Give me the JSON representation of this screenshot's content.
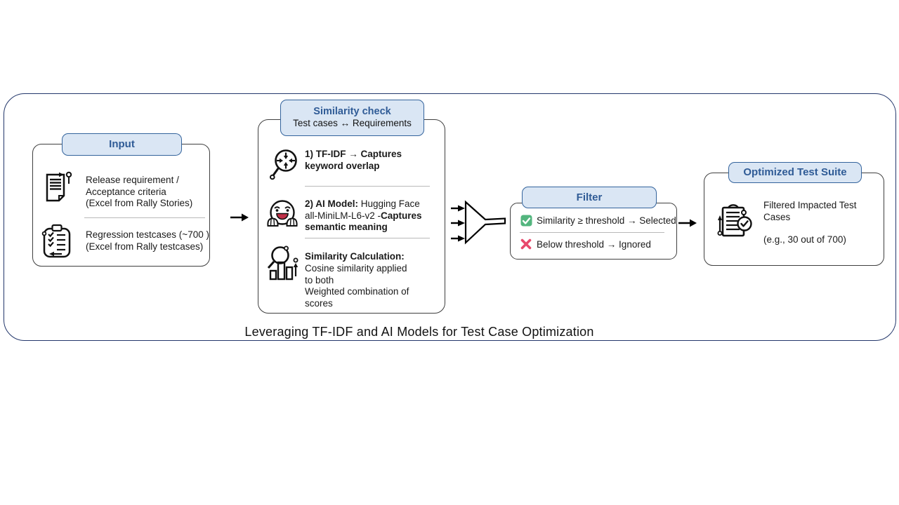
{
  "page": {
    "caption": "Leveraging TF-IDF and AI Models for Test Case Optimization"
  },
  "input": {
    "header": "Input",
    "items": [
      {
        "icon": "memo-icon",
        "text": "Release requirement /\nAcceptance criteria\n(Excel from Rally Stories)"
      },
      {
        "icon": "clipboard-checklist-icon",
        "text": "Regression testcases (~700 )\n(Excel from Rally testcases)"
      }
    ]
  },
  "similarity": {
    "header": "Similarity check",
    "subheader": "Test cases ↔ Requirements",
    "items": [
      {
        "icon": "magnifier-focus-icon",
        "bold_text": "1) TF-IDF → Captures\nkeyword overlap"
      },
      {
        "icon": "hugging-face-icon",
        "seg_bold1": "2) AI Model:",
        "seg_regular": " Hugging Face\nall-MiniLM-L6-v2 -",
        "seg_bold2": "Captures\nsemantic meaning"
      },
      {
        "icon": "chart-magnifier-icon",
        "title": "Similarity Calculation:",
        "body": "Cosine similarity applied\nto both\nWeighted combination of\nscores"
      }
    ]
  },
  "filter": {
    "header": "Filter",
    "items": [
      {
        "icon": "check-icon",
        "text": "Similarity ≥ threshold → Selected"
      },
      {
        "icon": "cross-icon",
        "text": "Below threshold → Ignored"
      }
    ]
  },
  "optimized": {
    "header": "Optimized Test Suite",
    "line1": "Filtered Impacted Test\nCases",
    "line2": "(e.g., 30 out of 700)"
  },
  "colors": {
    "header_fill": "#dae6f4",
    "header_border": "#33639c",
    "header_text": "#2f5b96",
    "outer_border": "#23376b",
    "box_border": "#3f3f3f",
    "check_green": "#53b57e",
    "cross_red": "#e8486b",
    "mouth_red": "#c03048"
  }
}
